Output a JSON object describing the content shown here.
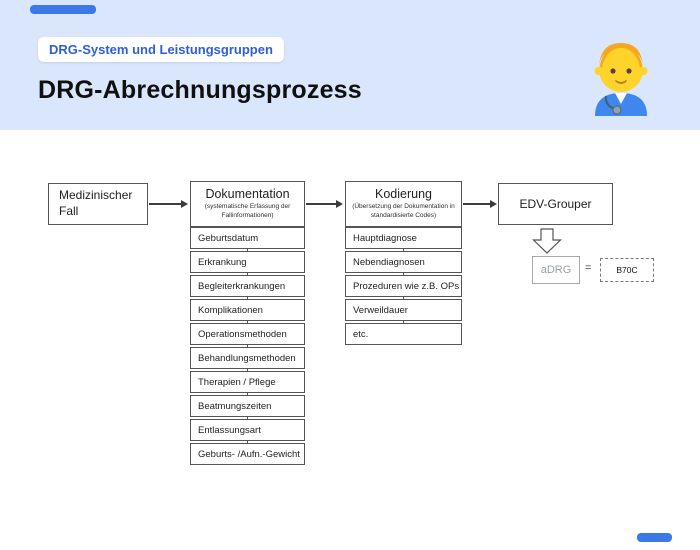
{
  "header": {
    "badge": "DRG-System und Leistungsgruppen",
    "title": "DRG-Abrechnungsprozess"
  },
  "flow": {
    "case": {
      "label": "Medizinischer Fall"
    },
    "dokumentation": {
      "title": "Dokumentation",
      "subtitle": "(systematische Erfassung der Fallinformationen)",
      "items": [
        "Geburtsdatum",
        "Erkrankung",
        "Begleiterkrankungen",
        "Komplikationen",
        "Operationsmethoden",
        "Behandlungsmethoden",
        "Therapien / Pflege",
        "Beatmungszeiten",
        "Entlassungsart",
        "Geburts- /Aufn.-Gewicht"
      ]
    },
    "kodierung": {
      "title": "Kodierung",
      "subtitle": "(Übersetzung der Dokumentation in standardisierte Codes)",
      "items": [
        "Hauptdiagnose",
        "Nebendiagnosen",
        "Prozeduren wie z.B. OPs",
        "Verweildauer",
        "etc."
      ]
    },
    "grouper": {
      "label": "EDV-Grouper"
    },
    "result": {
      "adrg": "aDRG",
      "equals": "=",
      "code": "B70C"
    }
  },
  "colors": {
    "accent": "#2d5fd8",
    "header_bg": "#d9e6fb",
    "bar_blue": "#3d79e6"
  }
}
